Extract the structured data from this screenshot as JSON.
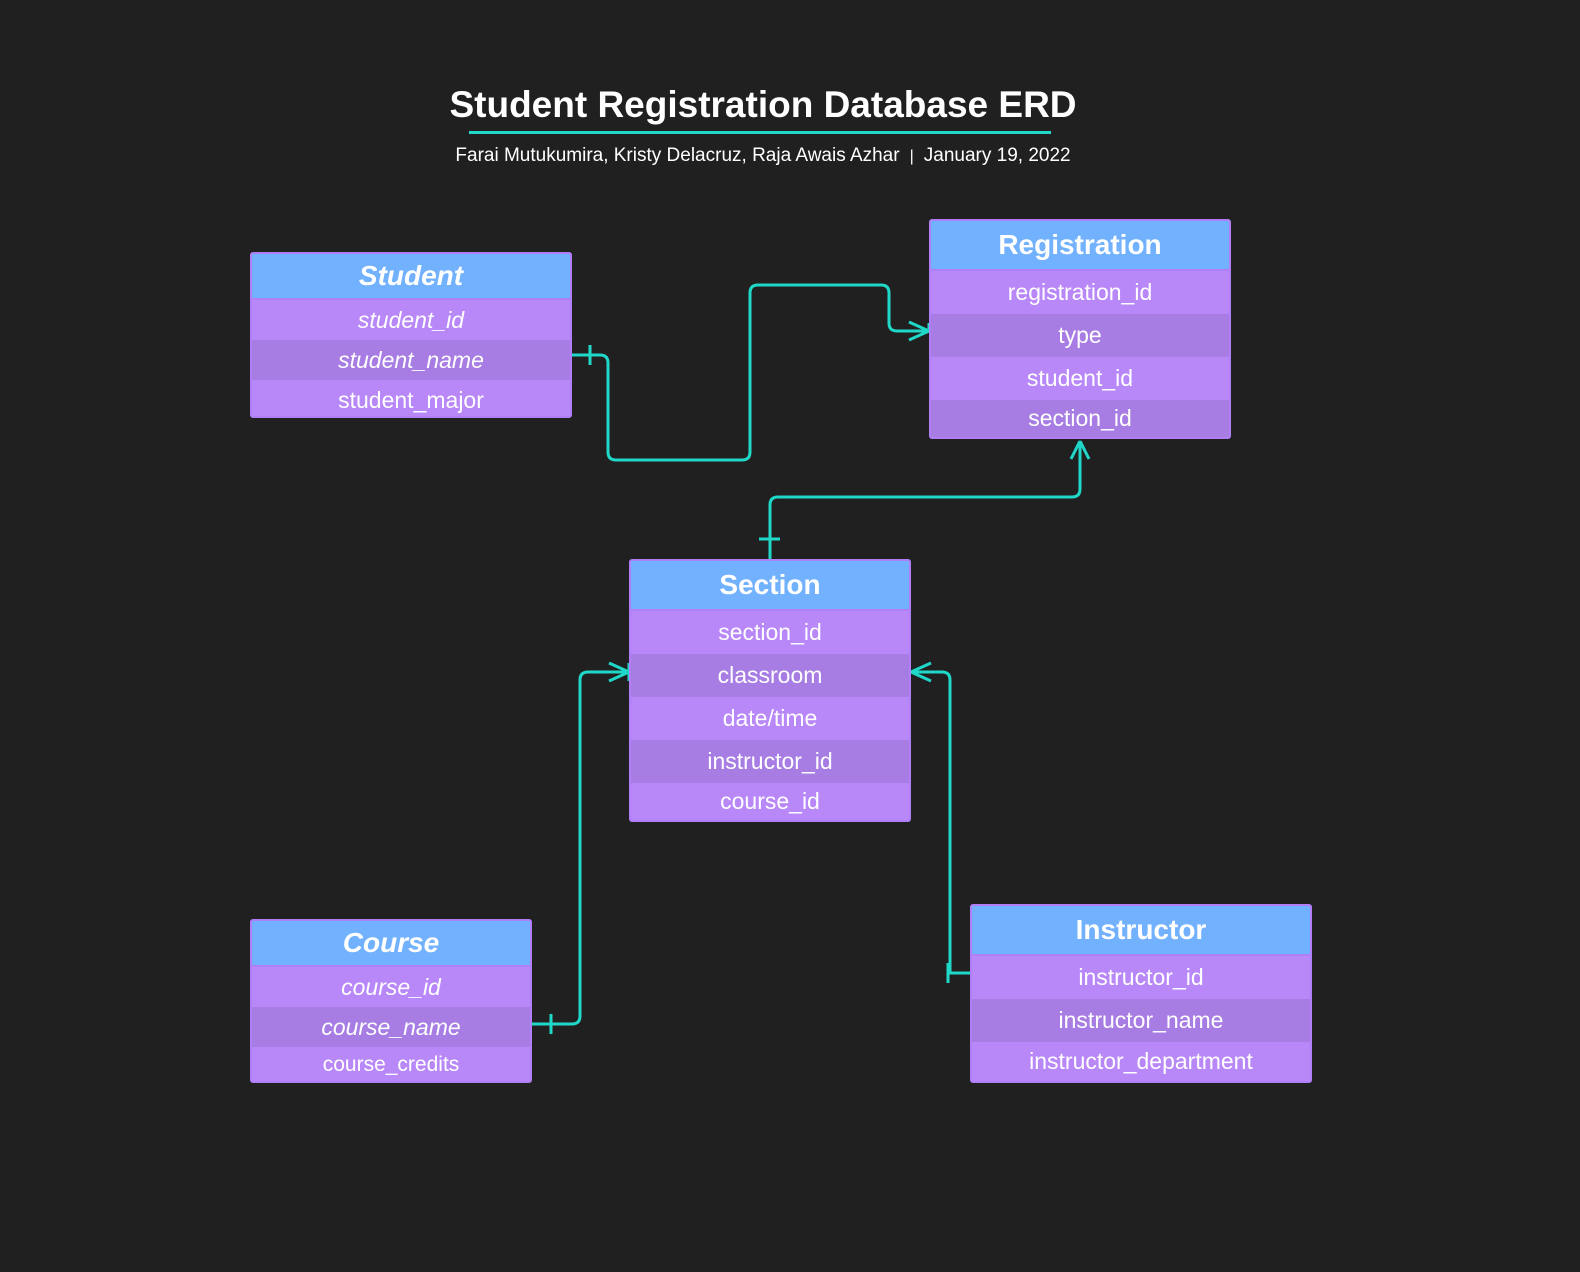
{
  "header": {
    "title": "Student Registration Database ERD",
    "authors": "Farai Mutukumira, Kristy Delacruz, Raja Awais Azhar",
    "separator": "|",
    "date": "January 19, 2022"
  },
  "colors": {
    "background": "#202020",
    "header_fill": "#72b1fd",
    "row_fill": "#b887f8",
    "row_alt_fill": "#a77de3",
    "border": "#b07ff7",
    "connector": "#1fd8c7"
  },
  "entities": {
    "student": {
      "name": "Student",
      "attributes": [
        "student_id",
        "student_name",
        "student_major"
      ]
    },
    "registration": {
      "name": "Registration",
      "attributes": [
        "registration_id",
        "type",
        "student_id",
        "section_id"
      ]
    },
    "section": {
      "name": "Section",
      "attributes": [
        "section_id",
        "classroom",
        "date/time",
        "instructor_id",
        "course_id"
      ]
    },
    "course": {
      "name": "Course",
      "attributes": [
        "course_id",
        "course_name",
        "course_credits"
      ]
    },
    "instructor": {
      "name": "Instructor",
      "attributes": [
        "instructor_id",
        "instructor_name",
        "instructor_department"
      ]
    }
  },
  "relationships": [
    {
      "from": "Student",
      "from_end": "one",
      "to": "Registration",
      "to_end": "many"
    },
    {
      "from": "Section",
      "from_end": "one",
      "to": "Registration",
      "to_end": "many"
    },
    {
      "from": "Course",
      "from_end": "one",
      "to": "Section",
      "to_end": "many"
    },
    {
      "from": "Instructor",
      "from_end": "one",
      "to": "Section",
      "to_end": "many"
    }
  ]
}
